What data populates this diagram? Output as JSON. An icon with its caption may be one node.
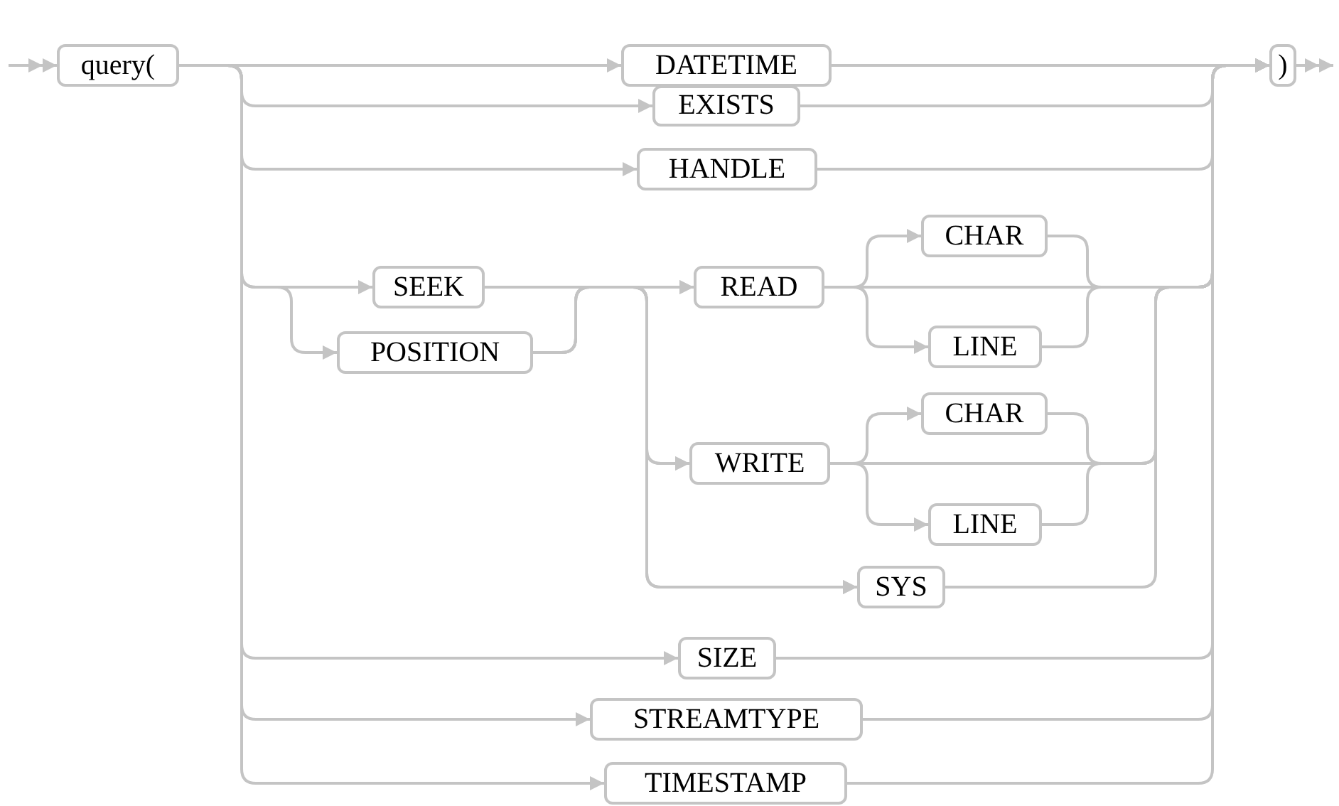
{
  "diagram": {
    "nodes": [
      {
        "text": [
          "query("
        ]
      },
      {
        "text": [
          "DATETIME"
        ]
      },
      {
        "text": [
          "EXISTS"
        ]
      },
      {
        "text": [
          "HANDLE"
        ]
      },
      {
        "text": [
          "SEEK"
        ]
      },
      {
        "text": [
          "POSITION"
        ]
      },
      {
        "text": [
          "READ"
        ]
      },
      {
        "text": [
          "CHAR"
        ]
      },
      {
        "text": [
          "LINE"
        ]
      },
      {
        "text": [
          "WRITE"
        ]
      },
      {
        "text": [
          "CHAR"
        ]
      },
      {
        "text": [
          "LINE"
        ]
      },
      {
        "text": [
          "SYS"
        ]
      },
      {
        "text": [
          "SIZE"
        ]
      },
      {
        "text": [
          "STREAMTYPE"
        ]
      },
      {
        "text": [
          "TIMESTAMP"
        ]
      },
      {
        "text": [
          ")"
        ]
      }
    ],
    "edges": [
      {
        "from": null,
        "to": 0,
        "arrow": "to"
      },
      {
        "from": 0,
        "to": 1,
        "arrow": "to"
      },
      {
        "from": 0,
        "to": 2,
        "arrow": "to"
      },
      {
        "from": 0,
        "to": 3,
        "arrow": "to"
      },
      {
        "from": 0,
        "to": 4,
        "arrow": "to"
      },
      {
        "from": 0,
        "to": 5,
        "arrow": "to"
      },
      {
        "from": 0,
        "to": 13,
        "arrow": "to"
      },
      {
        "from": 0,
        "to": 14,
        "arrow": "to"
      },
      {
        "from": 0,
        "to": 15,
        "arrow": "to"
      },
      {
        "from": 4,
        "to": 6,
        "arrow": "to"
      },
      {
        "from": 4,
        "to": 9,
        "arrow": "to"
      },
      {
        "from": 4,
        "to": 12,
        "arrow": "to"
      },
      {
        "from": 5,
        "to": 6,
        "arrow": "to"
      },
      {
        "from": 5,
        "to": 9,
        "arrow": "to"
      },
      {
        "from": 5,
        "to": 12,
        "arrow": "to"
      },
      {
        "from": 6,
        "to": 7,
        "arrow": "to"
      },
      {
        "from": 6,
        "to": 8,
        "arrow": "to"
      },
      {
        "from": 6,
        "to": 16,
        "arrow": "to"
      },
      {
        "from": 9,
        "to": 10,
        "arrow": "to"
      },
      {
        "from": 9,
        "to": 11,
        "arrow": "to"
      },
      {
        "from": 9,
        "to": 16,
        "arrow": "to"
      },
      {
        "from": 7,
        "to": 16,
        "arrow": "to"
      },
      {
        "from": 8,
        "to": 16,
        "arrow": "to"
      },
      {
        "from": 10,
        "to": 16,
        "arrow": "to"
      },
      {
        "from": 11,
        "to": 16,
        "arrow": "to"
      },
      {
        "from": 12,
        "to": 16,
        "arrow": "to"
      },
      {
        "from": 1,
        "to": 16,
        "arrow": "to"
      },
      {
        "from": 2,
        "to": 16,
        "arrow": "to"
      },
      {
        "from": 3,
        "to": 16,
        "arrow": "to"
      },
      {
        "from": 13,
        "to": 16,
        "arrow": "to"
      },
      {
        "from": 14,
        "to": 16,
        "arrow": "to"
      },
      {
        "from": 15,
        "to": 16,
        "arrow": "to"
      },
      {
        "from": 16,
        "to": null,
        "arrow": "to"
      }
    ]
  }
}
